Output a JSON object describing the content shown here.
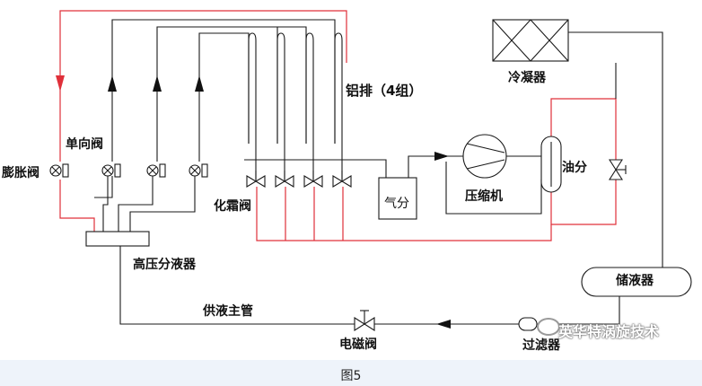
{
  "labels": {
    "expansion_valve": "膨胀阀",
    "check_valve": "单向阀",
    "aluminum_rows": "铝排（4组）",
    "condenser": "冷凝器",
    "defrost_valve": "化霜阀",
    "gas_separator": "气分",
    "compressor": "压缩机",
    "oil_separator": "油分",
    "high_pressure_distributor": "高压分液器",
    "liquid_receiver": "储液器",
    "main_liquid_line": "供液主管",
    "solenoid_valve": "电磁阀",
    "filter": "过滤器"
  },
  "watermark": "英华特涡旋技术",
  "caption": "图5",
  "colors": {
    "line": "#1a1a1a",
    "hot_gas": "#e0303a",
    "caption_band": "#eef3fa"
  }
}
